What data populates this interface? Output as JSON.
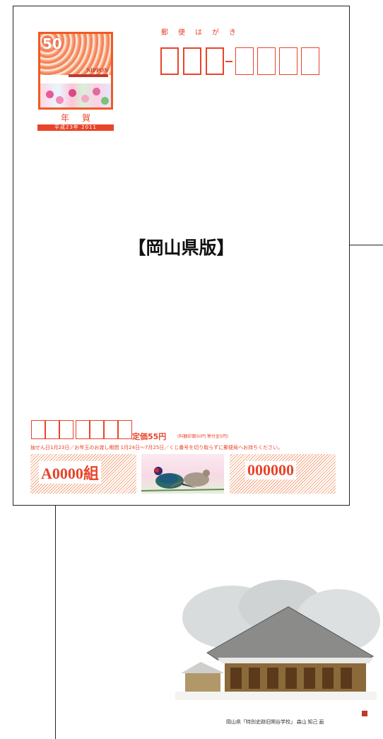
{
  "card": {
    "yubin_hagaki": "郵便はがき",
    "stamp": {
      "value": "50",
      "brand": "NIPPON"
    },
    "nenga": "年賀",
    "nenga_year": "平成23年 2011",
    "edition_label": "【岡山県版】",
    "price": "定価55円",
    "price_note": "(料額印面50円 寄付金5円)",
    "lottery_note": "抽せん日1月23日／お年玉のお渡し期間 1月24日〜7月25日／くじ番号を切り取らずに郵便局へお持ちください。",
    "group_label": "A0000組",
    "serial_number": "000000"
  },
  "artwork": {
    "caption": "岡山県「特別史跡旧閑谷学校」 森山 知己 画"
  },
  "colors": {
    "accent": "#e8442a"
  }
}
